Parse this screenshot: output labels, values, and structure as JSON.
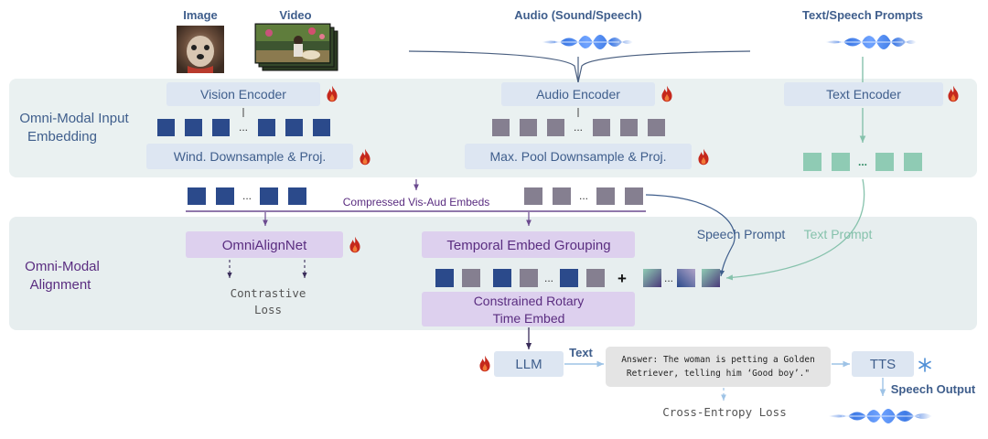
{
  "inputs": {
    "image_label": "Image",
    "video_label": "Video",
    "audio_label": "Audio (Sound/Speech)",
    "text_speech_label": "Text/Speech Prompts"
  },
  "input_embedding": {
    "label_line1": "Omni-Modal Input",
    "label_line2": "Embedding",
    "vision_encoder": "Vision Encoder",
    "audio_encoder": "Audio Encoder",
    "text_encoder": "Text Encoder",
    "vision_downsample": "Wind. Downsample & Proj.",
    "audio_downsample": "Max. Pool Downsample & Proj.",
    "ellipsis": "..."
  },
  "middle": {
    "compressed_label": "Compressed Vis-Aud Embeds"
  },
  "alignment": {
    "label_line1": "Omni-Modal",
    "label_line2": "Alignment",
    "omnialignnet": "OmniAlignNet",
    "contrastive_line1": "Contrastive",
    "contrastive_line2": "Loss",
    "temporal_grouping": "Temporal Embed Grouping",
    "rotary_line1": "Constrained Rotary",
    "rotary_line2": "Time Embed",
    "speech_prompt": "Speech Prompt",
    "text_prompt": "Text Prompt",
    "plus": "+"
  },
  "output": {
    "llm": "LLM",
    "text_label": "Text",
    "answer_line1": "Answer: The woman is petting a Golden",
    "answer_line2": "Retriever, telling him ‘Good boy’.\"",
    "tts": "TTS",
    "speech_output": "Speech Output",
    "cross_entropy": "Cross-Entropy Loss"
  },
  "colors": {
    "panel_bg": "#eaf1f1",
    "encoder_box": "#dde6f2",
    "vision_token": "#2b4a8b",
    "audio_token": "#857f90",
    "text_token": "#8fcbb4",
    "align_box": "#ddd0ee",
    "align_text": "#5a2d80",
    "arrow_purple": "#6b4a8f",
    "speech_prompt": "#3f5e8c",
    "text_prompt": "#86c2ac",
    "flame": "#c5281c",
    "snowflake": "#4f8fd6",
    "answer_box": "#e4e4e4"
  }
}
